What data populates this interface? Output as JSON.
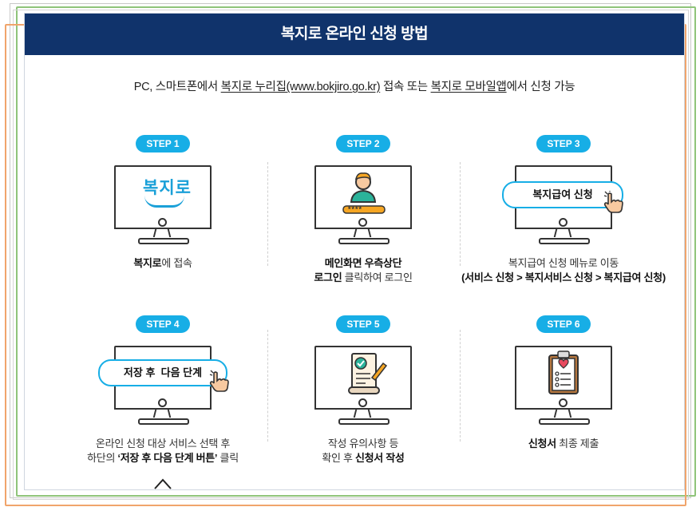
{
  "title": "복지로 온라인 신청 방법",
  "intro": {
    "prefix": "PC, 스마트폰에서 ",
    "link1": "복지로 누리집(www.bokjiro.go.kr)",
    "mid": " 접속 또는 ",
    "link2": "복지로 모바일앱",
    "suffix": "에서 신청 가능"
  },
  "steps": [
    {
      "label": "STEP 1",
      "logo_text": "복지로",
      "desc_bold": "복지로",
      "desc_rest": "에 접속"
    },
    {
      "label": "STEP 2",
      "password_mask": "****",
      "line1_bold": "메인화면 우측상단",
      "line2_bold": "로그인",
      "line2_rest": " 클릭하여 로그인"
    },
    {
      "label": "STEP 3",
      "button": "복지급여 신청",
      "line1": "복지급여 신청 메뉴로 이동",
      "line2_bold": "(서비스 신청 > 복지서비스 신청 > 복지급여 신청)"
    },
    {
      "label": "STEP 4",
      "button": "저장 후  다음 단계",
      "line1": "온라인 신청 대상 서비스 선택 후",
      "line2_pre": "하단의 ",
      "line2_bold": "‘저장 후 다음 단계 버튼’",
      "line2_post": " 클릭"
    },
    {
      "label": "STEP 5",
      "line1": "작성 유의사항 등",
      "line2_pre": "확인 후 ",
      "line2_bold": "신청서 작성"
    },
    {
      "label": "STEP 6",
      "desc_bold": "신청서",
      "desc_rest": " 최종 제출"
    }
  ],
  "colors": {
    "header": "#10336b",
    "accent": "#17aee6",
    "logo": "#1aa0d8"
  },
  "icons": [
    "user-icon",
    "hand-pointer-icon",
    "document-check-icon",
    "clipboard-heart-icon"
  ]
}
